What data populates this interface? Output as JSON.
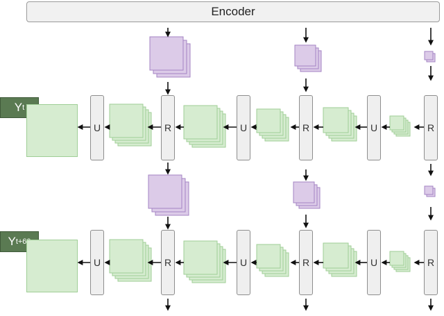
{
  "encoder": {
    "label": "Encoder"
  },
  "rows": [
    {
      "output_label": {
        "main": "Y",
        "sub": "t"
      },
      "blocks": [
        {
          "type": "U",
          "label": "U"
        },
        {
          "type": "R",
          "label": "R"
        },
        {
          "type": "U",
          "label": "U"
        },
        {
          "type": "R",
          "label": "R"
        },
        {
          "type": "U",
          "label": "U"
        },
        {
          "type": "R",
          "label": "R"
        }
      ]
    },
    {
      "output_label": {
        "main": "Y",
        "sub": "t+60"
      },
      "blocks": [
        {
          "type": "U",
          "label": "U"
        },
        {
          "type": "R",
          "label": "R"
        },
        {
          "type": "U",
          "label": "U"
        },
        {
          "type": "R",
          "label": "R"
        },
        {
          "type": "U",
          "label": "U"
        },
        {
          "type": "R",
          "label": "R"
        }
      ]
    }
  ],
  "colors": {
    "green_fill": "#d6ecd0",
    "green_stroke": "#9fce96",
    "purple_fill": "#dccbe8",
    "purple_stroke": "#a383c3",
    "label_bg": "#5a7a52",
    "block_fill": "#efefef"
  }
}
